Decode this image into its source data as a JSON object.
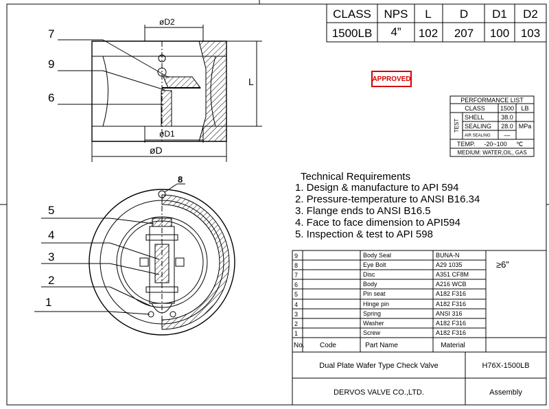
{
  "header_table": {
    "columns": [
      "CLASS",
      "NPS",
      "L",
      "D",
      "D1",
      "D2"
    ],
    "values": [
      "1500LB",
      "4”",
      "102",
      "207",
      "100",
      "103"
    ]
  },
  "stamp": {
    "text": "APPROVED",
    "color": "#d40000"
  },
  "performance": {
    "title": "PERFORMANCE LIST",
    "class_label": "CLASS",
    "class_value": "1500",
    "class_unit": "LB",
    "test_label": "TEST",
    "shell_label": "SHELL",
    "shell_value": "38.0",
    "sealing_label": "SEALING",
    "sealing_value": "28.0",
    "pressure_unit": "MPa",
    "air_label": "AIR SEALING",
    "air_value": "—",
    "temp_label": "TEMP.",
    "temp_value": "-20~100",
    "temp_unit": "℃",
    "medium": "MEDIUM: WATER,OIL, GAS"
  },
  "requirements": {
    "title": "Technical Requirements",
    "items": [
      "1. Design & manufacture to API 594",
      "2. Pressure-temperature to ANSI B16.34",
      "3. Flange ends to ANSI B16.5",
      "4. Face to face dimension to API594",
      "5. Inspection & test to API 598"
    ]
  },
  "parts": {
    "header": {
      "no": "No.",
      "code": "Code",
      "name": "Part Name",
      "material": "Material"
    },
    "rows": [
      {
        "no": "9",
        "name": "Body Seal",
        "material": "BUNA-N",
        "note": ""
      },
      {
        "no": "8",
        "name": "Eye Bolt",
        "material": "A29 1035",
        "note": "≥6”"
      },
      {
        "no": "7",
        "name": "Disc",
        "material": "A351 CF8M",
        "note": ""
      },
      {
        "no": "6",
        "name": "Body",
        "material": "A216 WCB",
        "note": ""
      },
      {
        "no": "5",
        "name": "Pin seat",
        "material": "A182 F316",
        "note": ""
      },
      {
        "no": "4",
        "name": "Hinge pin",
        "material": "A182 F316",
        "note": ""
      },
      {
        "no": "3",
        "name": "Spring",
        "material": "ANSI 316",
        "note": ""
      },
      {
        "no": "2",
        "name": "Washer",
        "material": "A182 F316",
        "note": ""
      },
      {
        "no": "1",
        "name": "Screw",
        "material": "A182 F316",
        "note": ""
      }
    ]
  },
  "title_block": {
    "product": "Dual Plate Wafer Type Check Valve",
    "model": "H76X-1500LB",
    "company": "DERVOS VALVE CO.,LTD.",
    "drawing_type": "Assembly"
  },
  "drawing": {
    "dim_d2": "øD2",
    "dim_d1": "øD1",
    "dim_d": "øD",
    "dim_l": "L",
    "callouts_top": [
      "7",
      "9",
      "6"
    ],
    "callout_8": "8",
    "callouts_bottom": [
      "5",
      "4",
      "3",
      "2",
      "1"
    ]
  }
}
